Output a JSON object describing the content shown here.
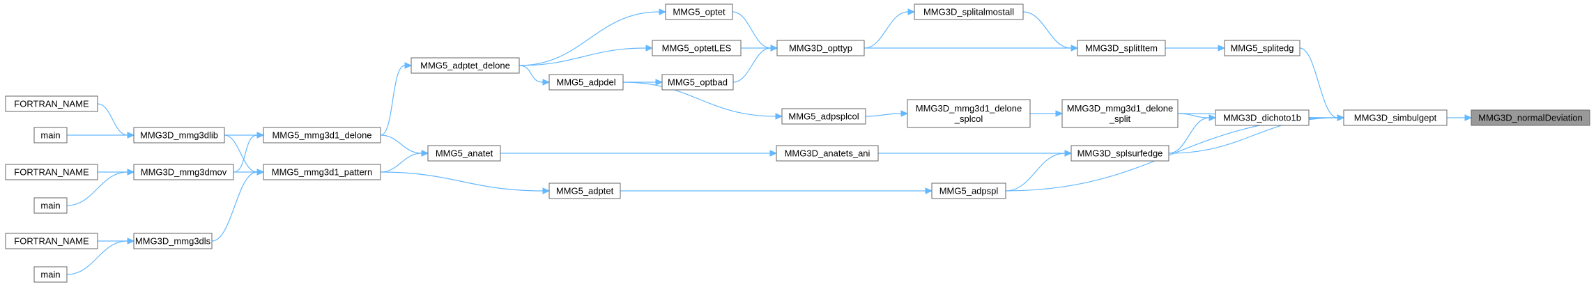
{
  "graph": {
    "colors": {
      "edge": "#63b8ff",
      "node_border": "#666666",
      "root_fill": "#999999",
      "background": "#ffffff"
    },
    "nodes": [
      {
        "id": "normalDeviation",
        "lines": [
          "MMG3D_normalDeviation"
        ],
        "root": true
      },
      {
        "id": "simbulgept",
        "lines": [
          "MMG3D_simbulgept"
        ]
      },
      {
        "id": "splitedg",
        "lines": [
          "MMG5_splitedg"
        ]
      },
      {
        "id": "dichoto1b",
        "lines": [
          "MMG3D_dichoto1b"
        ]
      },
      {
        "id": "mmg3d1_delone_split",
        "lines": [
          "MMG3D_mmg3d1_delone",
          "_split"
        ]
      },
      {
        "id": "splsurfedge",
        "lines": [
          "MMG3D_splsurfedge"
        ]
      },
      {
        "id": "adpspl",
        "lines": [
          "MMG5_adpspl"
        ]
      },
      {
        "id": "splitItem",
        "lines": [
          "MMG3D_splitItem"
        ]
      },
      {
        "id": "splitalmostall",
        "lines": [
          "MMG3D_splitalmostall"
        ]
      },
      {
        "id": "opttyp",
        "lines": [
          "MMG3D_opttyp"
        ]
      },
      {
        "id": "mmg3d1_delone_splcol",
        "lines": [
          "MMG3D_mmg3d1_delone",
          "_splcol"
        ]
      },
      {
        "id": "anatets_ani",
        "lines": [
          "MMG3D_anatets_ani"
        ]
      },
      {
        "id": "adpsplcol",
        "lines": [
          "MMG5_adpsplcol"
        ]
      },
      {
        "id": "optet",
        "lines": [
          "MMG5_optet"
        ]
      },
      {
        "id": "optetLES",
        "lines": [
          "MMG5_optetLES"
        ]
      },
      {
        "id": "optbad",
        "lines": [
          "MMG5_optbad"
        ]
      },
      {
        "id": "adpdel",
        "lines": [
          "MMG5_adpdel"
        ]
      },
      {
        "id": "adptet",
        "lines": [
          "MMG5_adptet"
        ]
      },
      {
        "id": "adptet_delone",
        "lines": [
          "MMG5_adptet_delone"
        ]
      },
      {
        "id": "anatet",
        "lines": [
          "MMG5_anatet"
        ]
      },
      {
        "id": "mmg3d1_delone",
        "lines": [
          "MMG5_mmg3d1_delone"
        ]
      },
      {
        "id": "mmg3d1_pattern",
        "lines": [
          "MMG5_mmg3d1_pattern"
        ]
      },
      {
        "id": "mmg3dlib",
        "lines": [
          "MMG3D_mmg3dlib"
        ]
      },
      {
        "id": "mmg3dmov",
        "lines": [
          "MMG3D_mmg3dmov"
        ]
      },
      {
        "id": "mmg3dls",
        "lines": [
          "MMG3D_mmg3dls"
        ]
      },
      {
        "id": "fortran1",
        "lines": [
          "FORTRAN_NAME"
        ]
      },
      {
        "id": "main1",
        "lines": [
          "main"
        ]
      },
      {
        "id": "fortran2",
        "lines": [
          "FORTRAN_NAME"
        ]
      },
      {
        "id": "main2",
        "lines": [
          "main"
        ]
      },
      {
        "id": "fortran3",
        "lines": [
          "FORTRAN_NAME"
        ]
      },
      {
        "id": "main3",
        "lines": [
          "main"
        ]
      }
    ],
    "edges": [
      {
        "from": "simbulgept",
        "to": "normalDeviation"
      },
      {
        "from": "splitedg",
        "to": "simbulgept"
      },
      {
        "from": "dichoto1b",
        "to": "simbulgept"
      },
      {
        "from": "mmg3d1_delone_split",
        "to": "simbulgept"
      },
      {
        "from": "splsurfedge",
        "to": "simbulgept"
      },
      {
        "from": "adpspl",
        "to": "simbulgept"
      },
      {
        "from": "splitItem",
        "to": "splitedg"
      },
      {
        "from": "mmg3d1_delone_split",
        "to": "dichoto1b"
      },
      {
        "from": "splsurfedge",
        "to": "dichoto1b"
      },
      {
        "from": "splitalmostall",
        "to": "splitItem"
      },
      {
        "from": "opttyp",
        "to": "splitItem"
      },
      {
        "from": "opttyp",
        "to": "splitalmostall"
      },
      {
        "from": "mmg3d1_delone_splcol",
        "to": "mmg3d1_delone_split"
      },
      {
        "from": "anatets_ani",
        "to": "splsurfedge"
      },
      {
        "from": "adpspl",
        "to": "splsurfedge"
      },
      {
        "from": "adpsplcol",
        "to": "mmg3d1_delone_splcol"
      },
      {
        "from": "optet",
        "to": "opttyp"
      },
      {
        "from": "optetLES",
        "to": "opttyp"
      },
      {
        "from": "optbad",
        "to": "opttyp"
      },
      {
        "from": "adpdel",
        "to": "optbad"
      },
      {
        "from": "adptet_delone",
        "to": "optet"
      },
      {
        "from": "adptet_delone",
        "to": "optetLES"
      },
      {
        "from": "adptet_delone",
        "to": "adpdel"
      },
      {
        "from": "adpdel",
        "to": "adpsplcol"
      },
      {
        "from": "anatet",
        "to": "anatets_ani"
      },
      {
        "from": "adptet",
        "to": "adpspl"
      },
      {
        "from": "mmg3d1_delone",
        "to": "adptet_delone"
      },
      {
        "from": "mmg3d1_delone",
        "to": "anatet"
      },
      {
        "from": "mmg3d1_pattern",
        "to": "anatet"
      },
      {
        "from": "mmg3d1_pattern",
        "to": "adptet"
      },
      {
        "from": "mmg3dlib",
        "to": "mmg3d1_delone"
      },
      {
        "from": "mmg3dlib",
        "to": "mmg3d1_pattern"
      },
      {
        "from": "mmg3dmov",
        "to": "mmg3d1_delone"
      },
      {
        "from": "mmg3dmov",
        "to": "mmg3d1_pattern"
      },
      {
        "from": "mmg3dls",
        "to": "mmg3d1_pattern"
      },
      {
        "from": "fortran1",
        "to": "mmg3dlib"
      },
      {
        "from": "main1",
        "to": "mmg3dlib"
      },
      {
        "from": "fortran2",
        "to": "mmg3dmov"
      },
      {
        "from": "main2",
        "to": "mmg3dmov"
      },
      {
        "from": "fortran3",
        "to": "mmg3dls"
      },
      {
        "from": "main3",
        "to": "mmg3dls"
      }
    ]
  }
}
